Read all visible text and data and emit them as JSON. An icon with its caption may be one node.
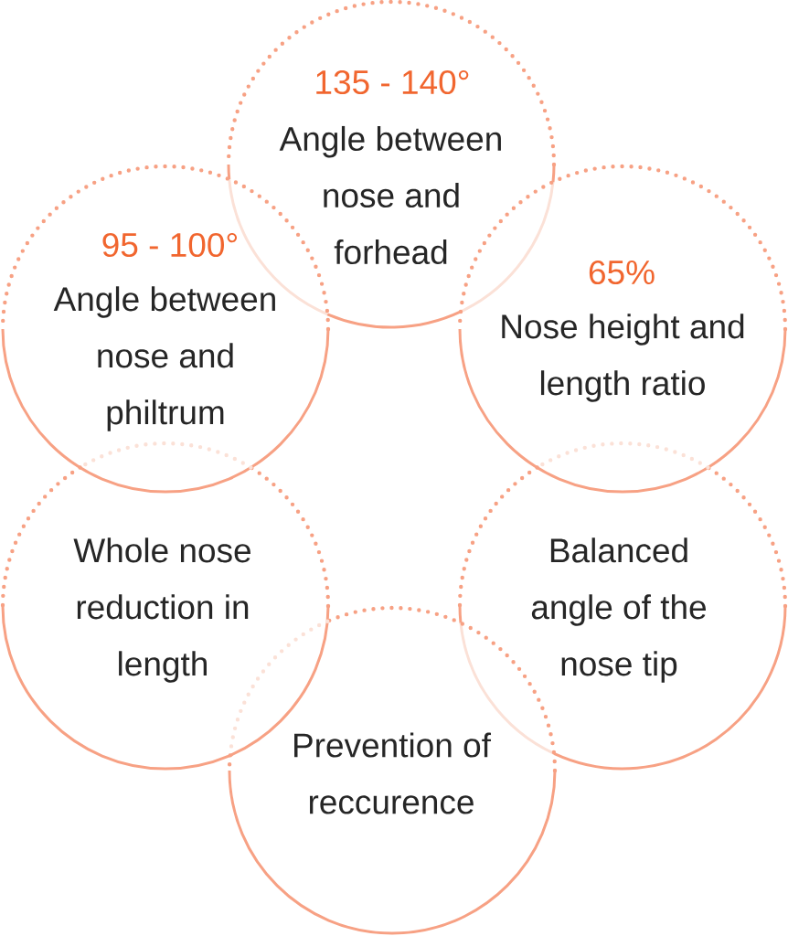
{
  "diagram": {
    "nodes": [
      {
        "text": [
          "135 - 140°",
          "Angle between nose and forhead"
        ]
      },
      {
        "text": [
          "95 - 100°",
          "Angle between nose and philtrum"
        ]
      },
      {
        "text": [
          "65%",
          "Nose height and length ratio"
        ]
      },
      {
        "text": [
          "Whole nose reduction in length"
        ]
      },
      {
        "text": [
          "Balanced angle of the nose tip"
        ]
      },
      {
        "text": [
          "Prevention of reccurence"
        ]
      }
    ]
  }
}
